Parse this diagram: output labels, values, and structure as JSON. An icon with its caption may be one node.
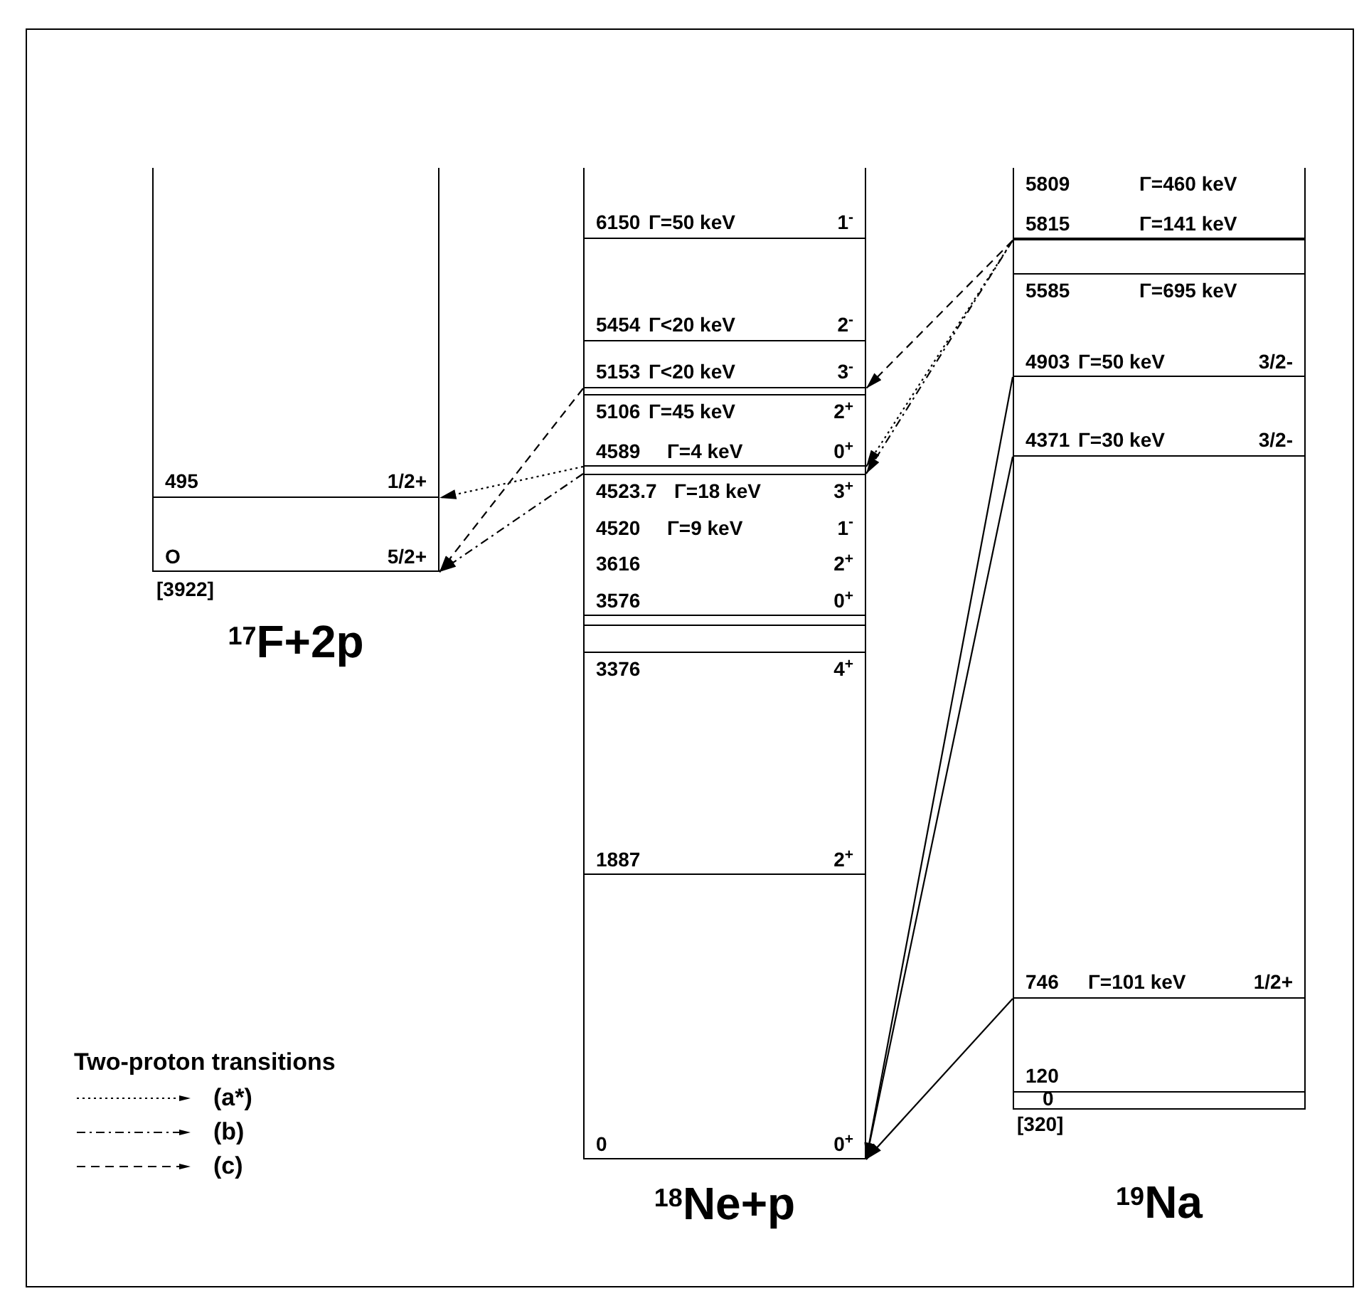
{
  "diagram": {
    "nodes": [
      {
        "text": [
          "$^{17}$F+2p"
        ],
        "beside": [
          "[3922]"
        ]
      },
      {
        "text": [
          "495",
          "1/2+"
        ],
        "in": 0
      },
      {
        "text": [
          "O",
          "5/2+"
        ],
        "in": 0
      },
      {
        "text": [
          "$^{18}$Ne+p"
        ]
      },
      {
        "text": [
          "6150",
          "Γ=50 keV",
          "1$^{-}$"
        ],
        "in": 3
      },
      {
        "text": [
          "5454",
          "Γ<20 keV",
          "2$^{-}$"
        ],
        "in": 3
      },
      {
        "text": [
          "5153",
          "Γ<20 keV",
          "3$^{-}$"
        ],
        "in": 3
      },
      {
        "text": [
          "5106",
          "Γ=45 keV",
          "2$^{+}$",
          "4589",
          "Γ=4 keV",
          "0$^{+}$"
        ],
        "in": 3
      },
      {
        "text": [
          "4523.7",
          "Γ=18 keV",
          "3$^{+}$",
          "4520",
          "Γ=9 keV",
          "1$^{-}$",
          "3616",
          "2$^{+}$",
          "3576",
          "0$^{+}$"
        ],
        "in": 3
      },
      {
        "text": [],
        "shape": "box",
        "in": 3
      },
      {
        "text": [
          "3376",
          "4$^{+}$",
          "1887",
          "2$^{+}$"
        ],
        "in": 3
      },
      {
        "text": [
          "0",
          "0$^{+}$"
        ],
        "in": 3
      },
      {
        "text": [
          "$^{19}$Na"
        ],
        "beside": [
          "[320]"
        ]
      },
      {
        "text": [
          "5809",
          "Γ=460 keV",
          "5815",
          "Γ=141 keV"
        ],
        "in": 12
      },
      {
        "text": [],
        "shape": "box",
        "in": 12
      },
      {
        "text": [
          "5585",
          "Γ=695 keV",
          "4903",
          "Γ=50 keV",
          "3/2-"
        ],
        "in": 12
      },
      {
        "text": [
          "4371",
          "Γ=30 keV",
          "3/2-"
        ],
        "in": 12
      },
      {
        "text": [
          "746",
          "Γ=101 keV",
          "1/2+"
        ],
        "in": 12
      },
      {
        "text": [
          "120"
        ],
        "in": 12
      },
      {
        "text": [
          "0"
        ],
        "in": 12
      }
    ],
    "edges": [
      {
        "from": 13,
        "to": 6,
        "arrow": "to",
        "style": "dashed"
      },
      {
        "from": 13,
        "to": 7,
        "arrow": "to",
        "style": "dashed"
      },
      {
        "from": 13,
        "to": 8,
        "arrow": "to",
        "style": "dashed"
      },
      {
        "from": 6,
        "to": 2,
        "arrow": "to",
        "style": "dashed"
      },
      {
        "from": 7,
        "to": 1,
        "arrow": "to",
        "style": "dashed"
      },
      {
        "from": 8,
        "to": 2,
        "arrow": "to",
        "style": "dashed"
      },
      {
        "from": 15,
        "to": 11,
        "arrow": "to"
      },
      {
        "from": 16,
        "to": 11,
        "arrow": "to"
      },
      {
        "from": 17,
        "to": 11,
        "arrow": "to"
      }
    ],
    "labels": [
      "Two-proton transitions"
    ],
    "legend": [
      {
        "text": "(a*)"
      },
      {
        "text": "(b)"
      },
      {
        "text": "(c)"
      }
    ]
  }
}
